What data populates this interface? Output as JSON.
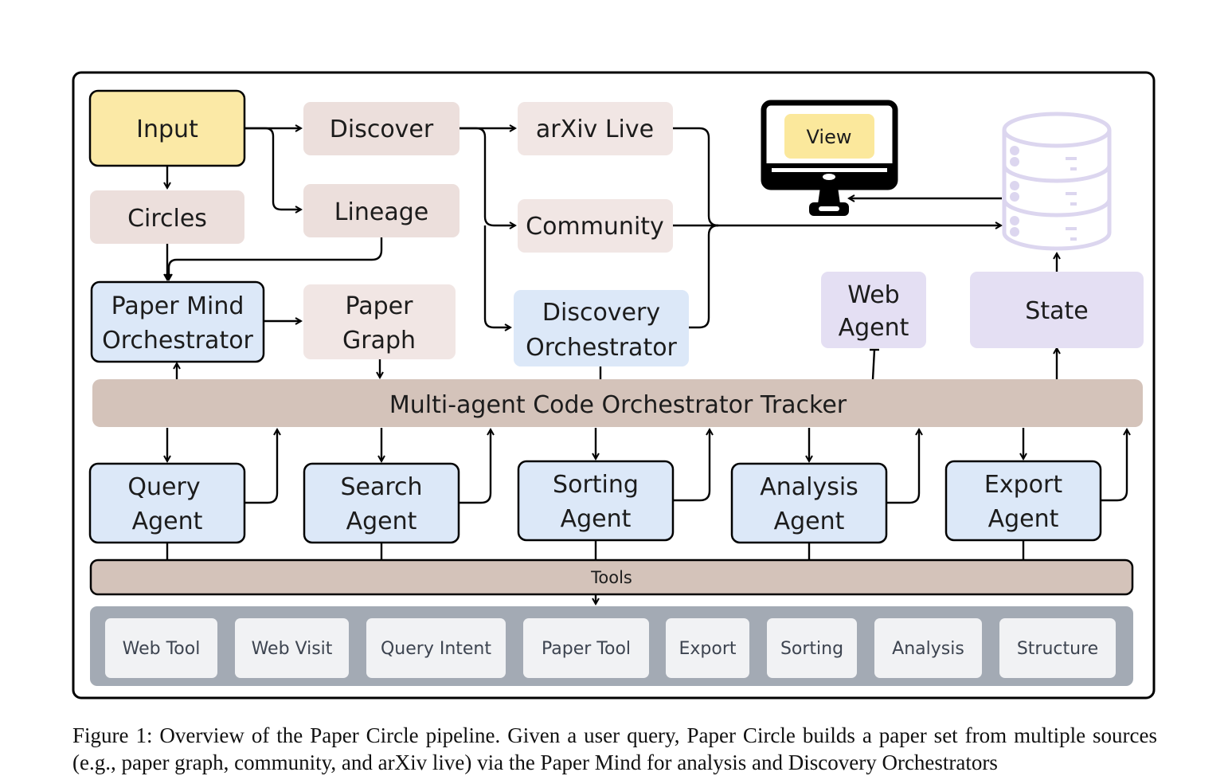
{
  "colors": {
    "input_fill": "#fbe9a6",
    "source_fill": "#ecdfdc",
    "orchestrator_fill": "#dce8f8",
    "agent_fill": "#e4dff3",
    "tracker_fill": "#d4c3ba",
    "tools_panel_fill": "#a3aab4",
    "tool_fill": "#f1f2f4",
    "view_fill": "#fbe89c",
    "database_stroke": "#dcd6ef"
  },
  "nodes": {
    "input": "Input",
    "discover": "Discover",
    "lineage": "Lineage",
    "circles": "Circles",
    "arxiv_live": "arXiv Live",
    "community": "Community",
    "view": "View",
    "paper_mind": [
      "Paper Mind",
      "Orchestrator"
    ],
    "paper_graph": [
      "Paper",
      "Graph"
    ],
    "discovery_orchestrator": [
      "Discovery",
      "Orchestrator"
    ],
    "web_agent": [
      "Web",
      "Agent"
    ],
    "state": "State",
    "tracker": "Multi-agent Code Orchestrator Tracker",
    "query_agent": [
      "Query",
      "Agent"
    ],
    "search_agent": [
      "Search",
      "Agent"
    ],
    "sorting_agent": [
      "Sorting",
      "Agent"
    ],
    "analysis_agent": [
      "Analysis",
      "Agent"
    ],
    "export_agent": [
      "Export",
      "Agent"
    ],
    "tools": "Tools"
  },
  "tool_items": [
    "Web Tool",
    "Web Visit",
    "Query Intent",
    "Paper Tool",
    "Export",
    "Sorting",
    "Analysis",
    "Structure"
  ],
  "icons": {
    "monitor": "monitor-icon",
    "database": "database-icon"
  },
  "caption": "Figure 1:  Overview of the Paper Circle pipeline. Given a user query, Paper Circle builds a paper set from multiple sources (e.g., paper graph, community, and arXiv live) via the Paper Mind for analysis and Discovery Orchestrators"
}
